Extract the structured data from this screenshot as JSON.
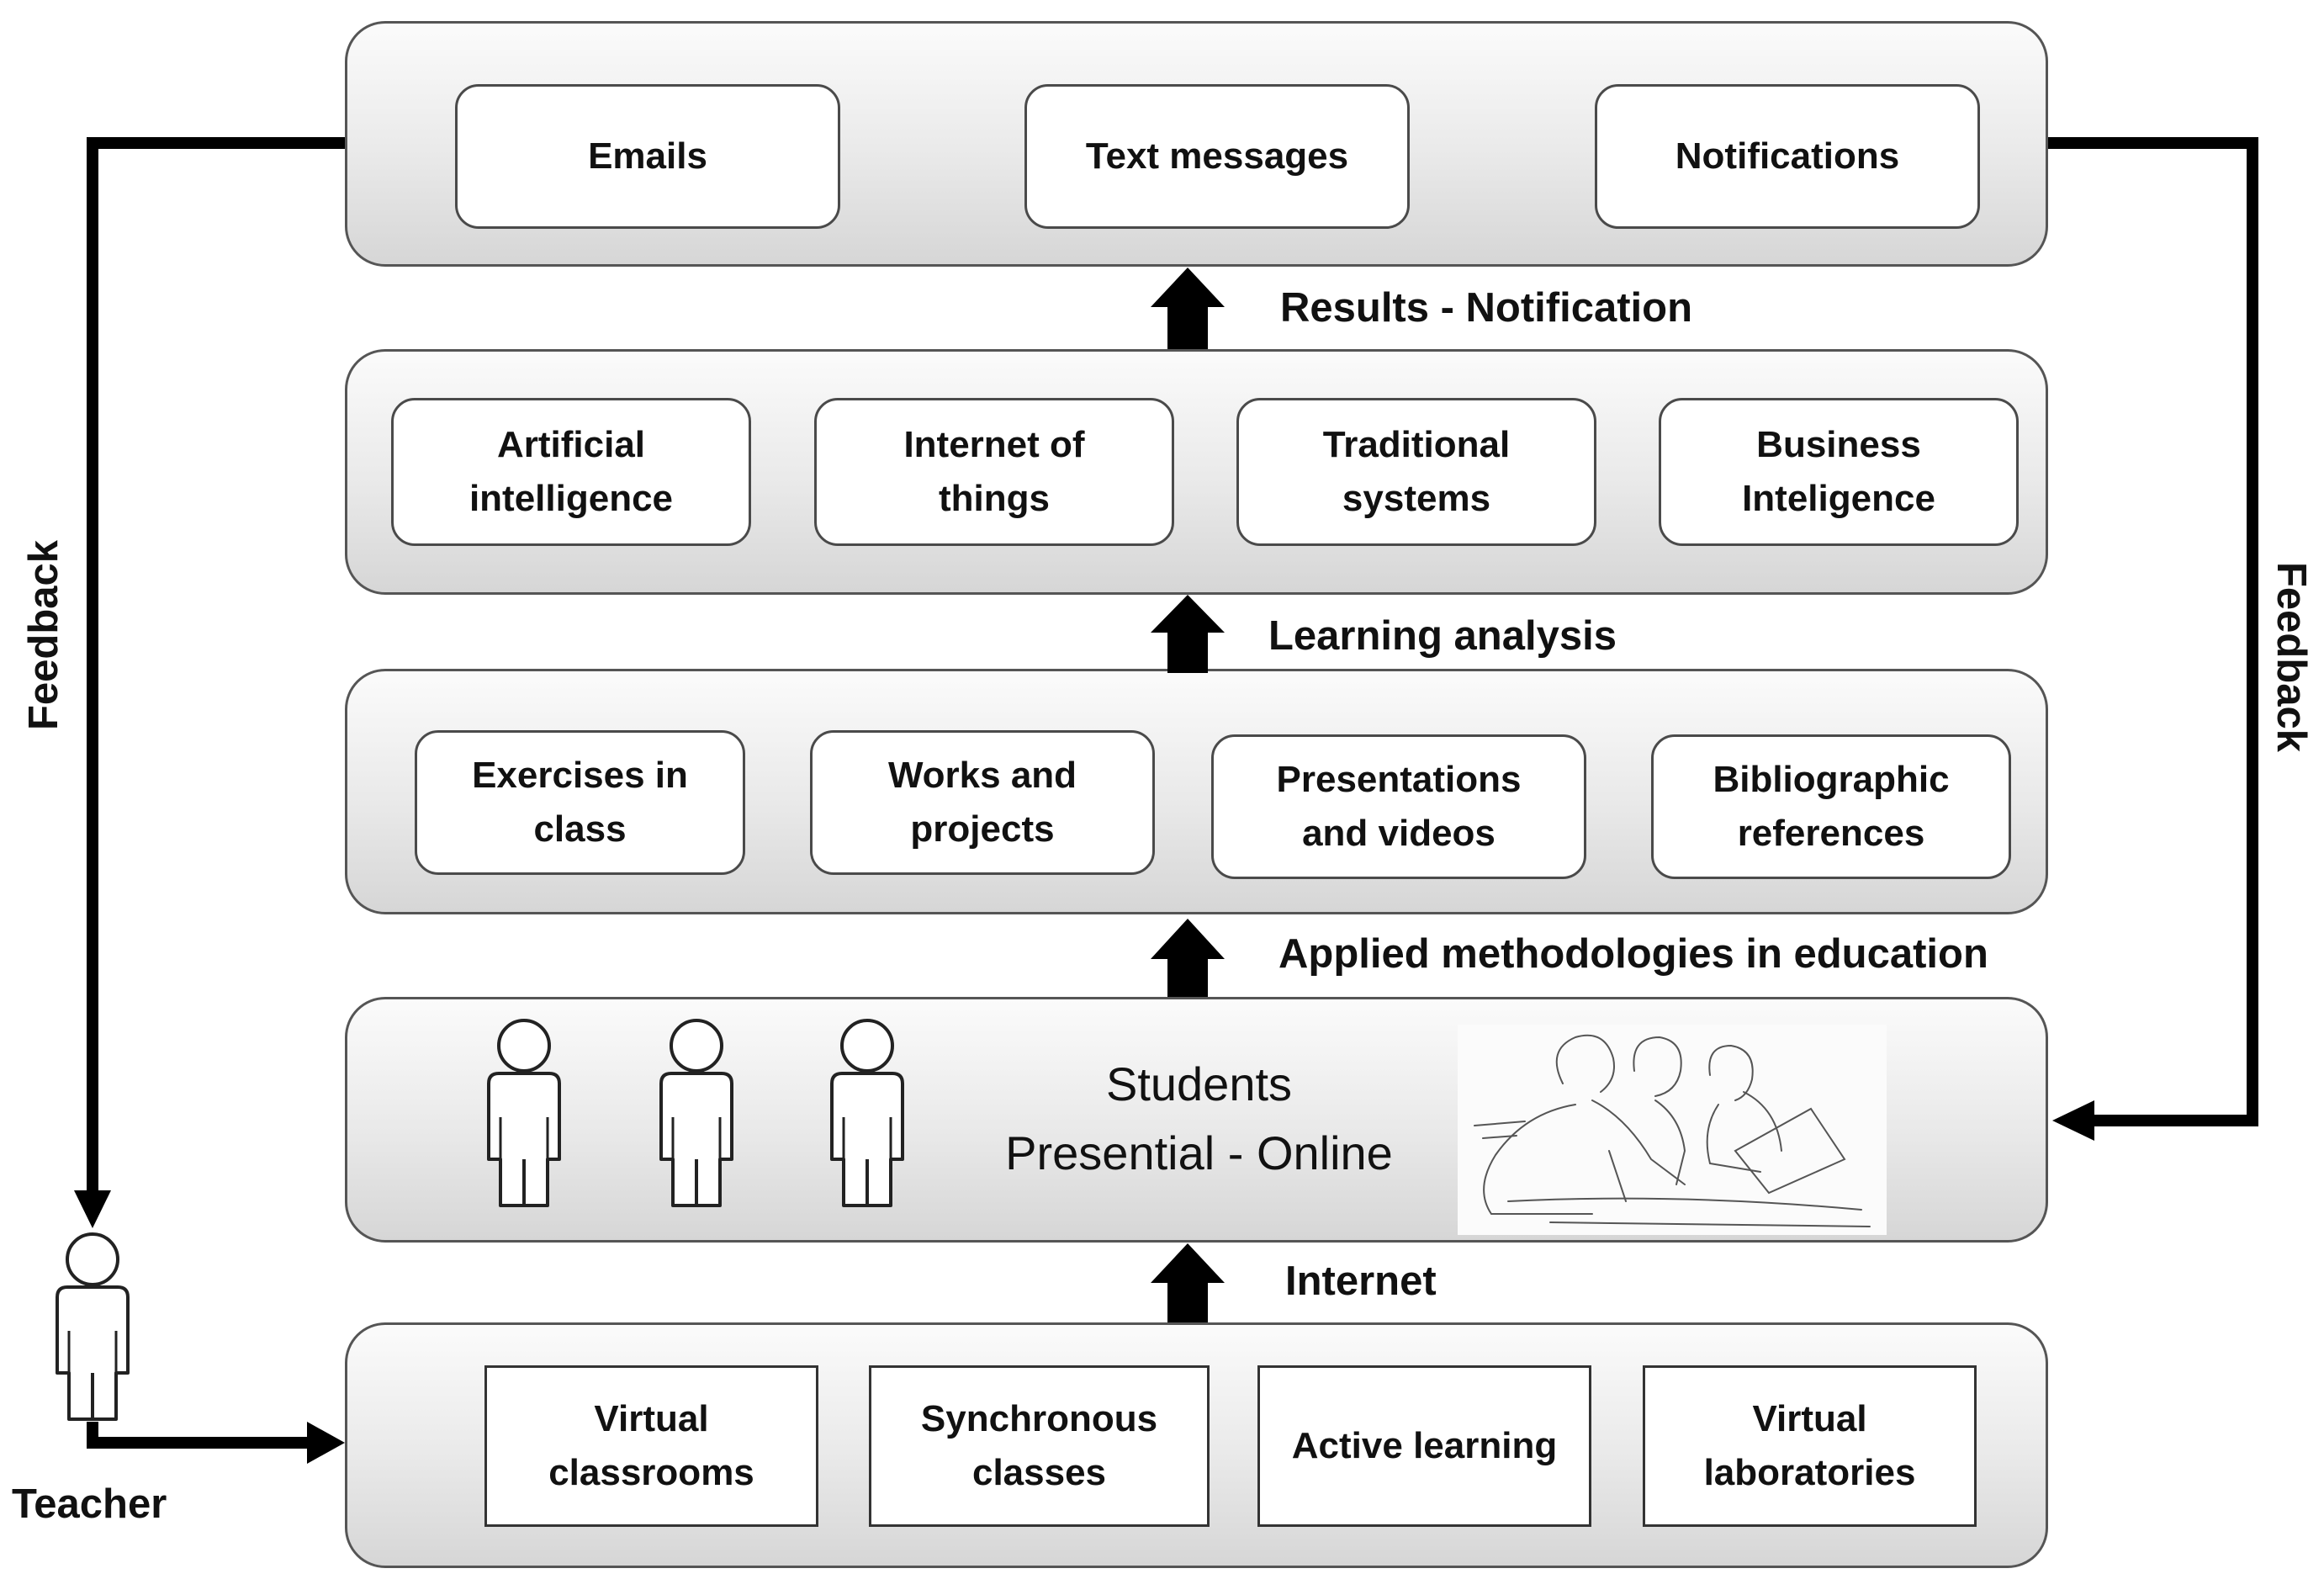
{
  "tiers": {
    "notification": {
      "items": [
        "Emails",
        "Text messages",
        "Notifications"
      ]
    },
    "analysis": {
      "items": [
        "Artificial\nintelligence",
        "Internet of\nthings",
        "Traditional\nsystems",
        "Business\nInteligence"
      ]
    },
    "methods": {
      "items": [
        "Exercises in\nclass",
        "Works and\nprojects",
        "Presentations\nand videos",
        "Bibliographic\nreferences"
      ]
    },
    "students": {
      "text": "Students\nPresential - Online"
    },
    "platforms": {
      "items": [
        "Virtual\nclassrooms",
        "Synchronous\nclasses",
        "Active learning",
        "Virtual\nlaboratories"
      ]
    }
  },
  "connectors": {
    "results": "Results - Notification",
    "learning": "Learning  analysis",
    "applied": "Applied methodologies  in education",
    "internet": "Internet"
  },
  "feedback": {
    "left": "Feedback",
    "right": "Feedback"
  },
  "teacher": {
    "label": "Teacher"
  },
  "colors": {
    "arrow": "#000000",
    "border": "#4a4a4a",
    "tier_top": "#fbfbfb",
    "tier_bottom": "#d6d6d6"
  }
}
